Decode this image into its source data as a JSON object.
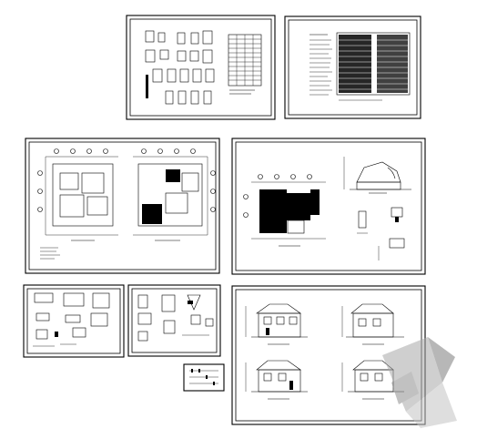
{
  "canvas": {
    "background": "#ffffff",
    "line_color": "#000000",
    "watermark_color": "#9a9a9a"
  },
  "sheets": [
    {
      "id": "sheet-detail-index",
      "kind": "details-with-door-window-table"
    },
    {
      "id": "sheet-design-notes",
      "kind": "text-notes-and-schedule"
    },
    {
      "id": "sheet-floor-plans",
      "kind": "two-floor-plans"
    },
    {
      "id": "sheet-roof-plan-section",
      "kind": "roof-plan-and-section"
    },
    {
      "id": "sheet-details-a",
      "kind": "construction-details"
    },
    {
      "id": "sheet-details-b",
      "kind": "stair-and-node-details"
    },
    {
      "id": "sheet-legend",
      "kind": "small-legend"
    },
    {
      "id": "sheet-elevations",
      "kind": "four-elevations"
    }
  ],
  "watermark": {
    "kind": "corner-fold-logo"
  }
}
